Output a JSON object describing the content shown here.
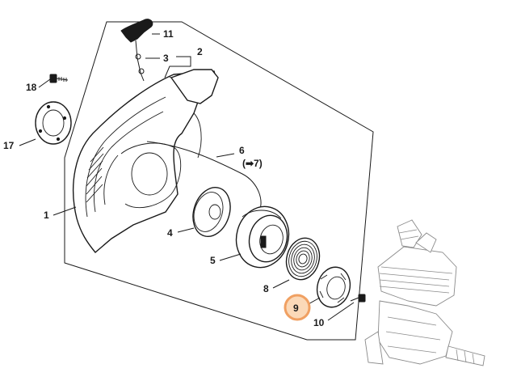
{
  "diagram": {
    "labels": {
      "p1": "1",
      "p2": "2",
      "p3": "3",
      "p4": "4",
      "p5": "5",
      "p6": "6",
      "p6ref": "(➡7)",
      "p8": "8",
      "p9": "9",
      "p10": "10",
      "p11": "11",
      "p17": "17",
      "p18": "18"
    },
    "colors": {
      "highlight_fill": "#fbd9b8",
      "highlight_stroke": "#f0a062",
      "line": "#1a1a1a",
      "engine": "#8a8a8a"
    }
  }
}
